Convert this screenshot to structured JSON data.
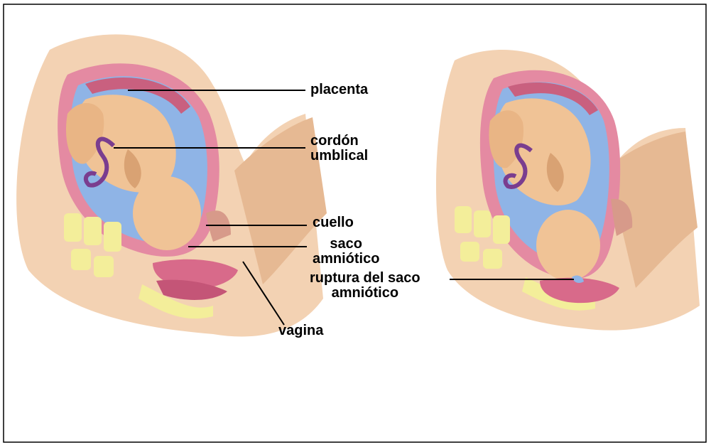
{
  "labels": {
    "placenta": "placenta",
    "cordon": [
      "cordón",
      "umblical"
    ],
    "cuello": "cuello",
    "saco": [
      "saco",
      "amniótico"
    ],
    "ruptura": [
      "ruptura del saco",
      "amniótico"
    ],
    "vagina": "vagina"
  },
  "colors": {
    "skin": "#f3d2b3",
    "skin_shadow": "#e6b993",
    "uterus": "#e48aa2",
    "uterus_dark": "#c9607f",
    "fluid": "#8fb4e6",
    "bone": "#f3ee9a",
    "cord": "#7a3d8f",
    "baby": "#f0c396",
    "baby_shadow": "#d9a273",
    "leader": "#000000"
  }
}
